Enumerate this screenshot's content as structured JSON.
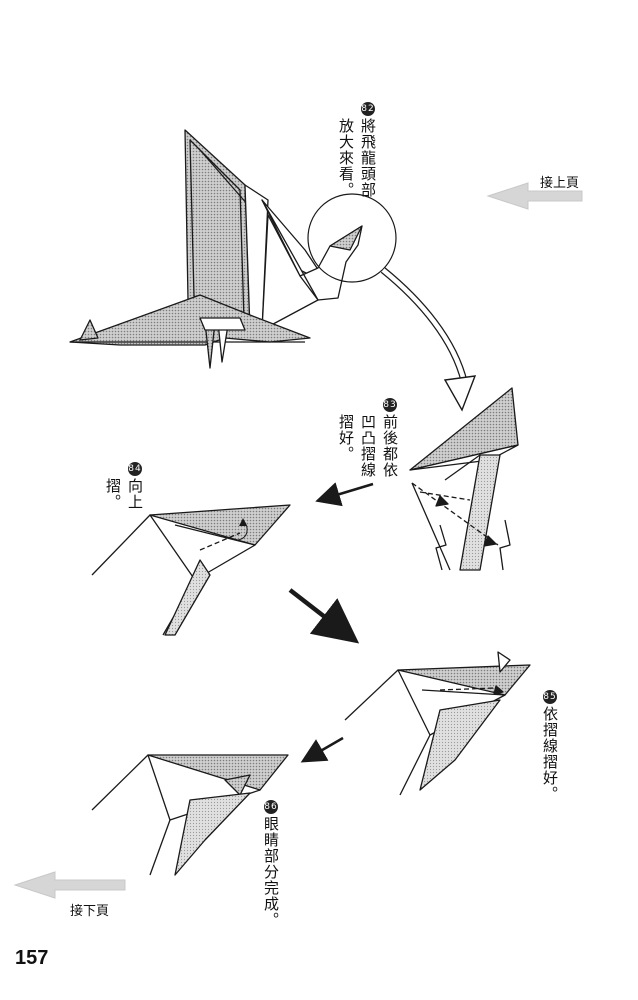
{
  "nav": {
    "prev_label": "接上頁",
    "next_label": "接下頁"
  },
  "page_number": "157",
  "steps": [
    {
      "number": "82",
      "lines": [
        "將飛龍頭部",
        "放大來看。"
      ]
    },
    {
      "number": "83",
      "lines": [
        "前後都依",
        "凹凸摺線",
        "摺好。"
      ]
    },
    {
      "number": "84",
      "lines": [
        "向上",
        "摺。"
      ]
    },
    {
      "number": "85",
      "lines": [
        "依摺線摺好。"
      ]
    },
    {
      "number": "86",
      "lines": [
        "眼睛部分完成。"
      ]
    }
  ],
  "colors": {
    "line": "#1a1a1a",
    "tone": "#b8b8b8",
    "tone_dark": "#8f8f8f",
    "nav_arrow": "#d4d4d4"
  }
}
